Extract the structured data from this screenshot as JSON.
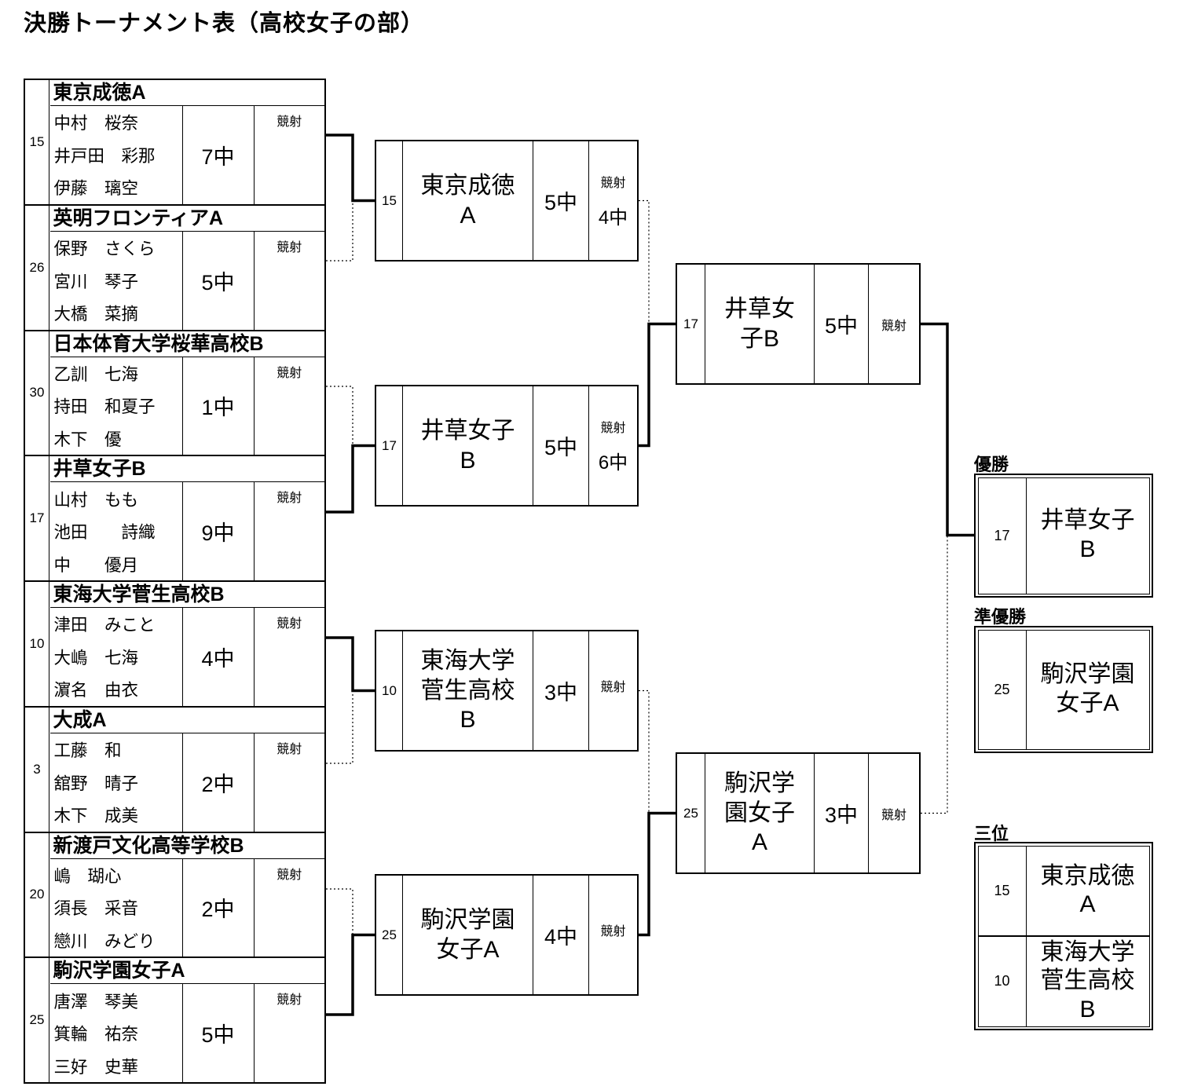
{
  "title": "決勝トーナメント表（高校女子の部）",
  "round1": [
    {
      "seed": "15",
      "team": "東京成徳A",
      "players": [
        "中村　桜奈",
        "井戸田　彩那",
        "伊藤　璃空"
      ],
      "score": "7中",
      "kyosha": "競射"
    },
    {
      "seed": "26",
      "team": "英明フロンティアA",
      "players": [
        "保野　さくら",
        "宮川　琴子",
        "大橋　菜摘"
      ],
      "score": "5中",
      "kyosha": "競射"
    },
    {
      "seed": "30",
      "team": "日本体育大学桜華高校B",
      "players": [
        "乙訓　七海",
        "持田　和夏子",
        "木下　優"
      ],
      "score": "1中",
      "kyosha": "競射"
    },
    {
      "seed": "17",
      "team": "井草女子B",
      "players": [
        "山村　もも",
        "池田　　詩織",
        "中　　優月"
      ],
      "score": "9中",
      "kyosha": "競射"
    },
    {
      "seed": "10",
      "team": "東海大学菅生高校B",
      "players": [
        "津田　みこと",
        "大嶋　七海",
        "濵名　由衣"
      ],
      "score": "4中",
      "kyosha": "競射"
    },
    {
      "seed": "3",
      "team": "大成A",
      "players": [
        "工藤　和",
        "舘野　晴子",
        "木下　成美"
      ],
      "score": "2中",
      "kyosha": "競射"
    },
    {
      "seed": "20",
      "team": "新渡戸文化高等学校B",
      "players": [
        "嶋　瑚心",
        "須長　采音",
        "戀川　みどり"
      ],
      "score": "2中",
      "kyosha": "競射"
    },
    {
      "seed": "25",
      "team": "駒沢学園女子A",
      "players": [
        "唐澤　琴美",
        "箕輪　祐奈",
        "三好　史華"
      ],
      "score": "5中",
      "kyosha": "競射"
    }
  ],
  "round2": [
    {
      "seed": "15",
      "team": "東京成徳\nA",
      "score": "5中",
      "kyosha": "競射",
      "kyosha_score": "4中"
    },
    {
      "seed": "17",
      "team": "井草女子\nB",
      "score": "5中",
      "kyosha": "競射",
      "kyosha_score": "6中"
    },
    {
      "seed": "10",
      "team": "東海大学\n菅生高校\nB",
      "score": "3中",
      "kyosha": "競射",
      "kyosha_score": ""
    },
    {
      "seed": "25",
      "team": "駒沢学園\n女子A",
      "score": "4中",
      "kyosha": "競射",
      "kyosha_score": ""
    }
  ],
  "semifinals": [
    {
      "seed": "17",
      "team": "井草女\n子B",
      "score": "5中",
      "kyosha": "競射"
    },
    {
      "seed": "25",
      "team": "駒沢学\n園女子\nA",
      "score": "3中",
      "kyosha": "競射"
    }
  ],
  "results": {
    "champion_label": "優勝",
    "champion_seed": "17",
    "champion_team": "井草女子\nB",
    "runnerup_label": "準優勝",
    "runnerup_seed": "25",
    "runnerup_team": "駒沢学園\n女子A",
    "third_label": "三位",
    "third": [
      {
        "seed": "15",
        "team": "東京成徳\nA"
      },
      {
        "seed": "10",
        "team": "東海大学\n菅生高校\nB"
      }
    ]
  }
}
